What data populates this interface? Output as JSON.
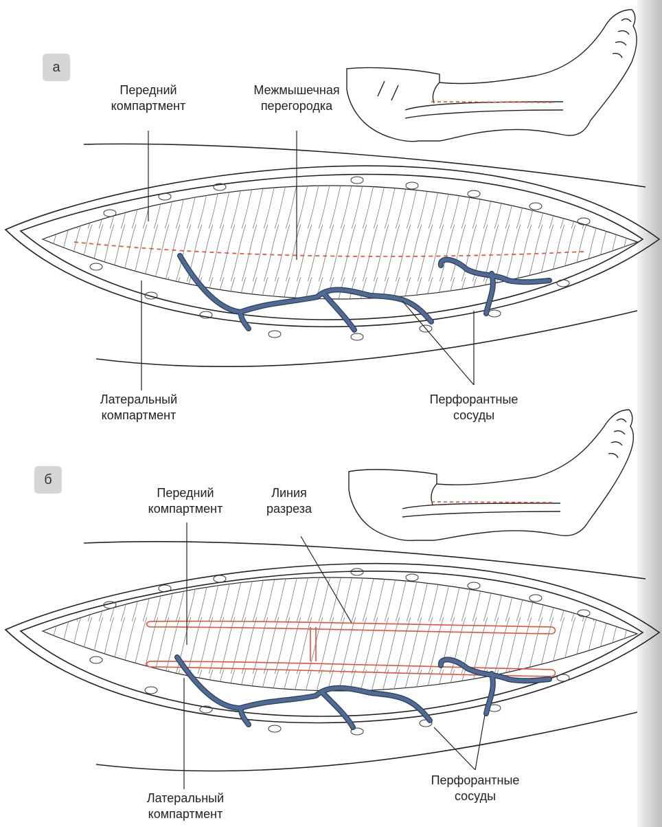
{
  "panels": [
    {
      "badge": "а",
      "labels": {
        "anterior": [
          "Передний",
          "компартмент"
        ],
        "septum": [
          "Межмышечная",
          "перегородка"
        ],
        "lateral": [
          "Латеральный",
          "компартмент"
        ],
        "perforators": [
          "Перфорантные",
          "сосуды"
        ]
      }
    },
    {
      "badge": "б",
      "labels": {
        "anterior": [
          "Передний",
          "компартмент"
        ],
        "incision": [
          "Линия",
          "разреза"
        ],
        "lateral": [
          "Латеральный",
          "компартмент"
        ],
        "perforators": [
          "Перфорантные",
          "сосуды"
        ]
      }
    }
  ],
  "colors": {
    "vessel": "#4f6b95",
    "vessel_outline": "#2b3f5e",
    "incision": "#e8503a",
    "line": "#222222",
    "fiber": "#777777"
  }
}
